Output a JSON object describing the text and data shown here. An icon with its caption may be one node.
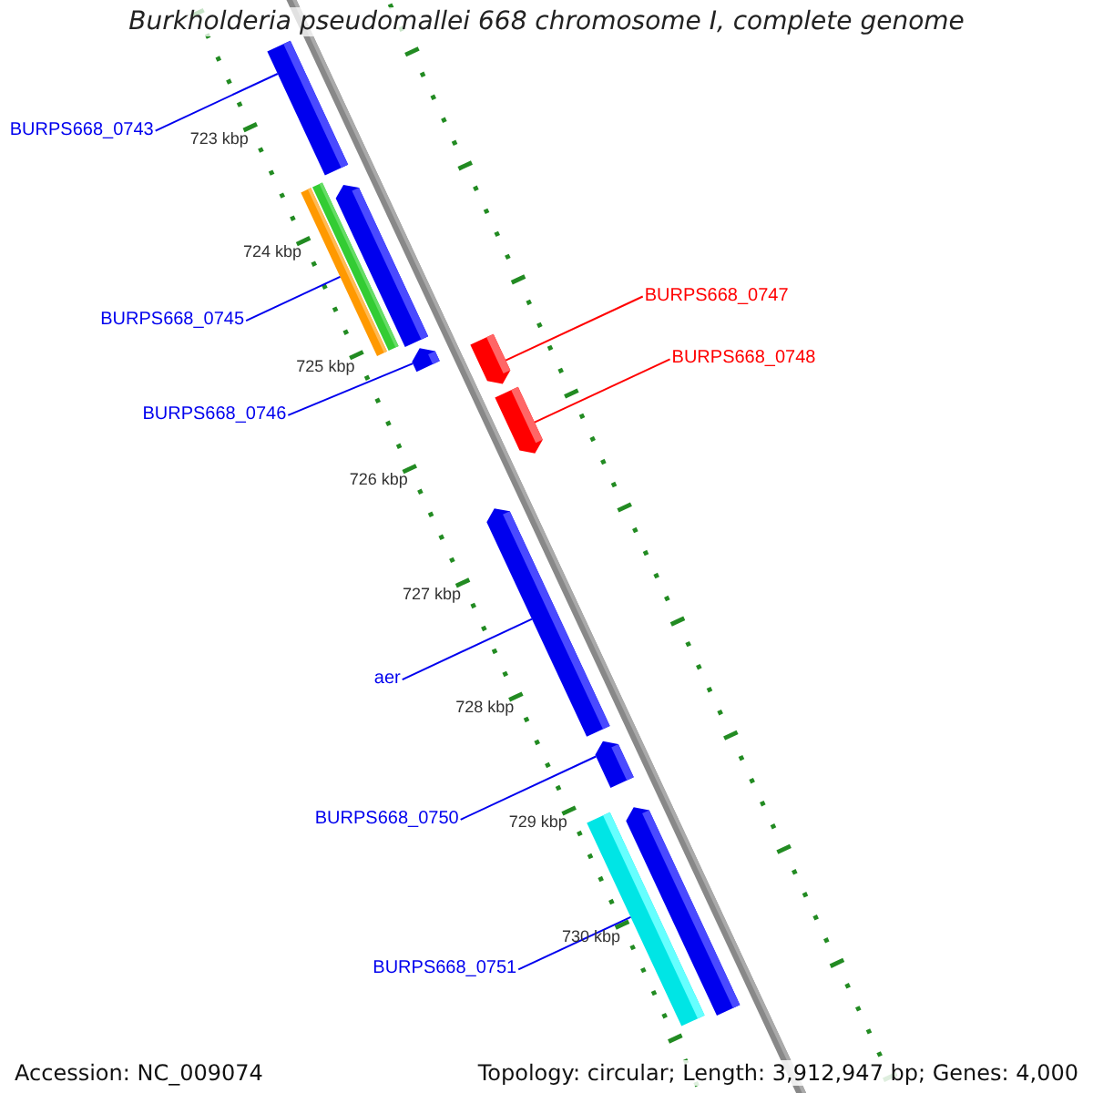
{
  "diagram": {
    "title": "Burkholderia pseudomallei 668 chromosome I, complete genome",
    "nodes": [
      {
        "text": [
          "BURPS668_0743"
        ]
      },
      {
        "text": [
          "BURPS668_0745"
        ]
      },
      {
        "text": [
          "BURPS668_0746"
        ]
      },
      {
        "text": [
          "BURPS668_0747"
        ]
      },
      {
        "text": [
          "BURPS668_0748"
        ]
      },
      {
        "text": [
          "aer"
        ]
      },
      {
        "text": [
          "BURPS668_0750"
        ]
      },
      {
        "text": [
          "BURPS668_0751"
        ]
      },
      {
        "text": [],
        "shape": "bar"
      },
      {
        "text": [],
        "shape": "bar"
      },
      {
        "text": [],
        "shape": "bar"
      },
      {
        "text": [],
        "shape": "bar"
      },
      {
        "text": [],
        "shape": "bar"
      },
      {
        "text": [],
        "shape": "bar"
      },
      {
        "text": [],
        "shape": "bar"
      },
      {
        "text": [],
        "shape": "bar"
      },
      {
        "text": [],
        "shape": "bar"
      },
      {
        "text": [],
        "shape": "bar"
      },
      {
        "text": [],
        "shape": "bar"
      }
    ],
    "edges": [
      {
        "from": 0,
        "to": 8,
        "arrow": "none"
      },
      {
        "from": 1,
        "to": 11,
        "arrow": "none"
      },
      {
        "from": 2,
        "to": 12,
        "arrow": "none"
      },
      {
        "from": 3,
        "to": 13,
        "arrow": "none",
        "color": "#ff0000"
      },
      {
        "from": 4,
        "to": 14,
        "arrow": "none",
        "color": "#ff0000"
      },
      {
        "from": 5,
        "to": 15,
        "arrow": "none"
      },
      {
        "from": 6,
        "to": 16,
        "arrow": "none"
      },
      {
        "from": 7,
        "to": 17,
        "arrow": "none"
      }
    ],
    "labels": [
      "723 kbp",
      "724 kbp",
      "725 kbp",
      "726 kbp",
      "727 kbp",
      "728 kbp",
      "729 kbp",
      "730 kbp",
      "Accession: NC_009074",
      "Topology: circular; Length: 3,912,947 bp; Genes: 4,000"
    ]
  }
}
